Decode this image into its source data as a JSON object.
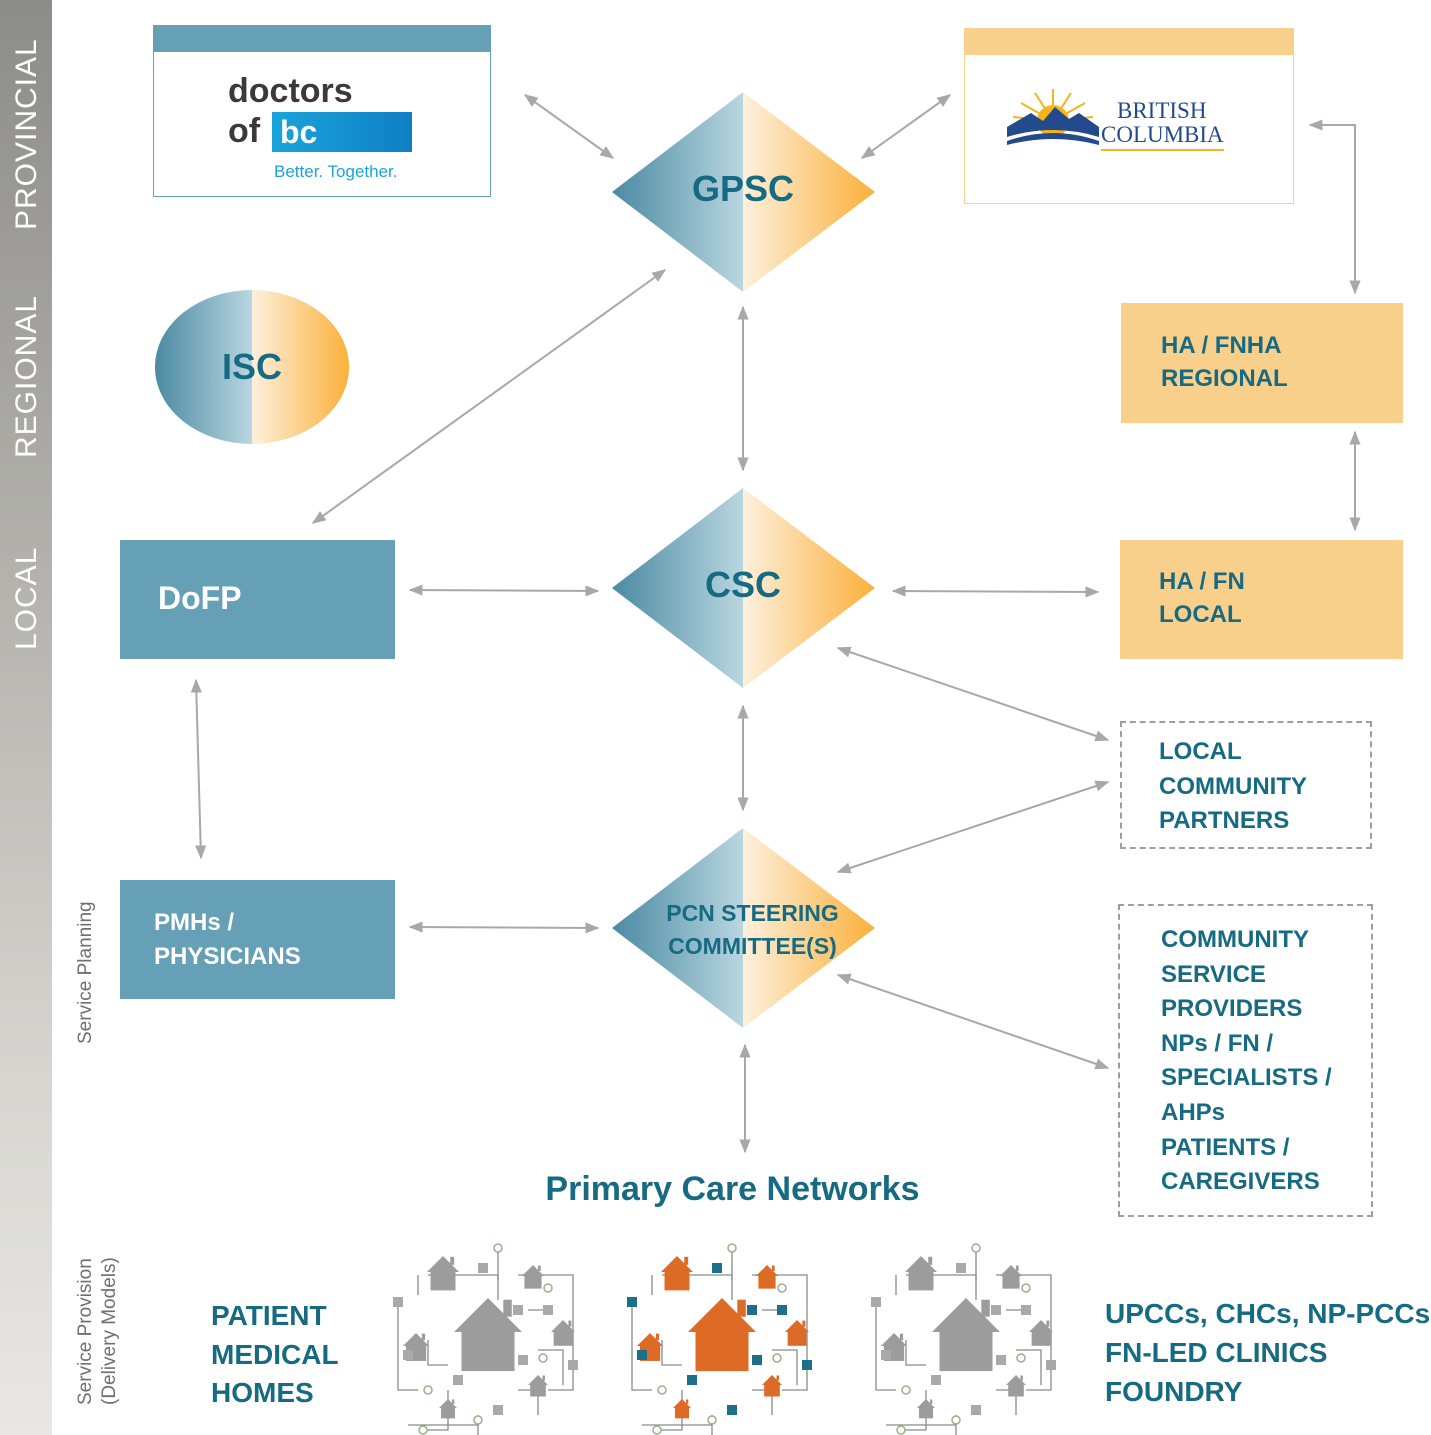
{
  "tiers": {
    "provincial": "PROVINCIAL",
    "regional": "REGIONAL",
    "local": "LOCAL"
  },
  "phases": {
    "service_planning": "Service Planning",
    "service_provision_line1": "Service Provision",
    "service_provision_line2": "(Delivery Models)"
  },
  "logos": {
    "doctors_bc": {
      "word1": "doctors",
      "word2": "of",
      "word3": "bc",
      "tagline": "Better. Together."
    },
    "british_columbia": {
      "line1": "British",
      "line2": "Columbia"
    }
  },
  "nodes": {
    "gpsc": "GPSC",
    "isc": "ISC",
    "csc": "CSC",
    "pcn": "PCN STEERING\nCOMMITTEE(S)",
    "dofp": "DoFP",
    "pmhs": "PMHs /\nPHYSICIANS",
    "ha_regional": "HA / FNHA\nREGIONAL",
    "ha_local": "HA / FN\nLOCAL",
    "local_partners": "LOCAL\nCOMMUNITY\nPARTNERS",
    "community_providers": "COMMUNITY\nSERVICE\nPROVIDERS\nNPs / FN /\nSPECIALISTS /\nAHPs\nPATIENTS /\nCAREGIVERS"
  },
  "networks": {
    "title": "Primary Care Networks",
    "left_label": "PATIENT\nMEDICAL\nHOMES",
    "right_label": "UPCCs, CHCs, NP-PCCs\nFN-LED CLINICS\nFOUNDRY"
  },
  "colors": {
    "teal": "#65a0b6",
    "teal_dark": "#166a82",
    "peach": "#f9cf8c",
    "orange": "#fbb03b",
    "house_gray": "#9c9c9c",
    "house_orange": "#de6b25",
    "node_teal": "#1d6f8c",
    "arrow": "#a8a8a8"
  }
}
